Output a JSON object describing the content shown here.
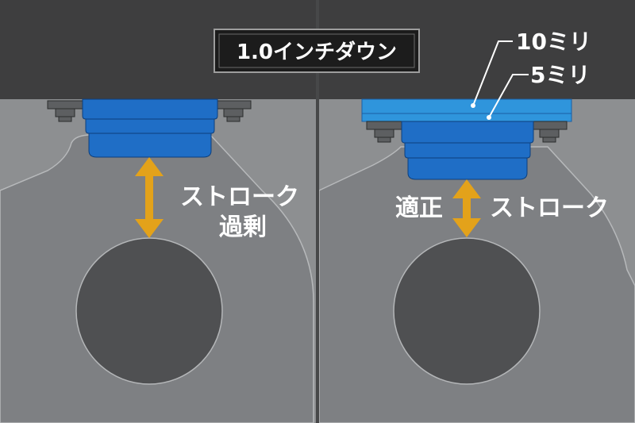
{
  "title": "1.0インチダウン",
  "left_panel": {
    "stroke_label": "ストローク",
    "stroke_state": "過剰"
  },
  "right_panel": {
    "stroke_state": "適正",
    "stroke_label": "ストローク",
    "spacer_thick": "10ミリ",
    "spacer_thin": "5ミリ"
  },
  "colors": {
    "background_top": "#3f3f40",
    "panel": "#8d8f91",
    "frame": "#7e8083",
    "tire": "#4f5052",
    "bumpstop": "#1f6ec6",
    "spacer": "#2f95dc",
    "arrow": "#e3a21a"
  }
}
